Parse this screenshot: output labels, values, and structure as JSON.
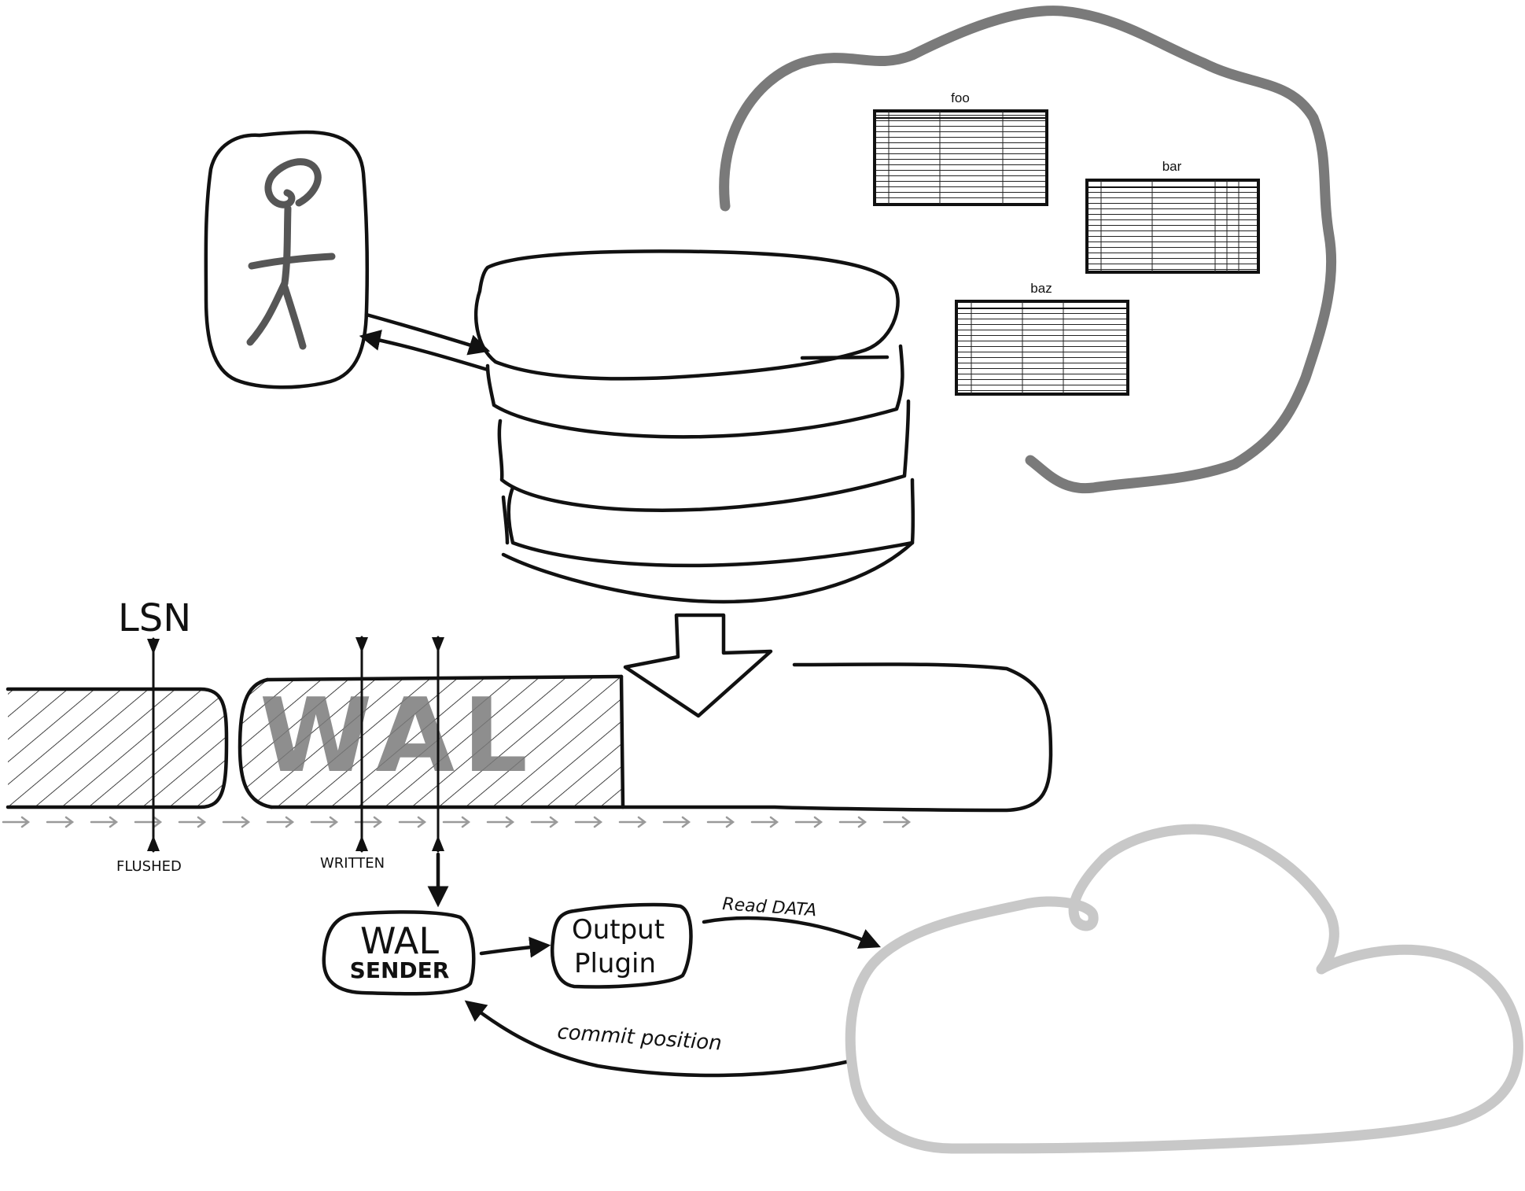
{
  "colors": {
    "ink": "#111111",
    "brain_cloud": "#7a7a7a",
    "consumer_cloud": "#c8c8c8",
    "timeline_arrows": "#9a9a9a",
    "wal_watermark": "#7a7a7a"
  },
  "icons": [
    "user-stick-figure-icon",
    "database-cylinder-icon",
    "down-arrow-icon",
    "thought-cloud-icon",
    "consumer-cloud-icon"
  ],
  "tables": [
    {
      "name": "foo"
    },
    {
      "name": "bar"
    },
    {
      "name": "baz"
    }
  ],
  "wal": {
    "title": "WAL",
    "lsn_label": "LSN",
    "flushed_label": "FLUSHED",
    "written_label": "WRITTEN"
  },
  "nodes": {
    "wal_sender": {
      "line1": "WAL",
      "line2": "SENDER"
    },
    "output_plugin": {
      "line1": "Output",
      "line2": "Plugin"
    }
  },
  "edges": {
    "read_data": "Read DATA",
    "commit_position": "commit position"
  }
}
